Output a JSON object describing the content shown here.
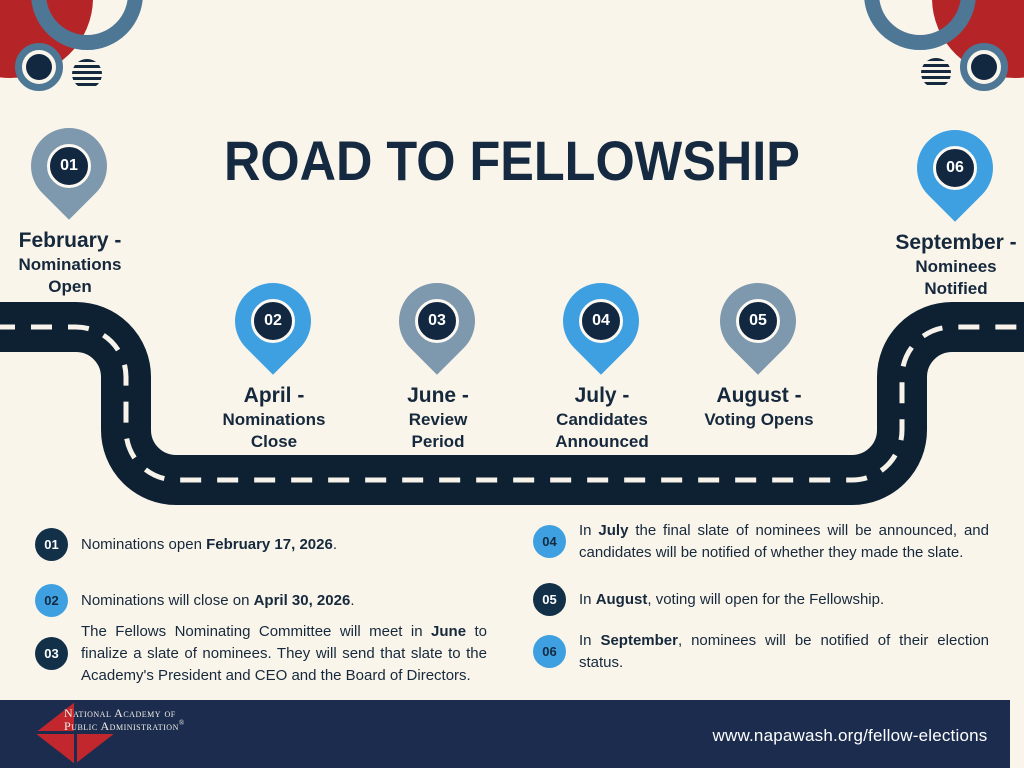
{
  "title": "ROAD TO FELLOWSHIP",
  "colors": {
    "background": "#FAF5EB",
    "navy_dark": "#0E2132",
    "navy_text": "#16293C",
    "pin_navy": "#122840",
    "steel_blue": "#7E98AD",
    "bright_blue": "#3FA0E1",
    "red": "#B52528",
    "footer_navy": "#1B2C4E"
  },
  "timeline": {
    "pins": [
      {
        "number": "01",
        "color": "steel",
        "month": "February -",
        "sub": "Nominations\nOpen"
      },
      {
        "number": "02",
        "color": "blue",
        "month": "April -",
        "sub": "Nominations\nClose"
      },
      {
        "number": "03",
        "color": "steel",
        "month": "June -",
        "sub": "Review\nPeriod"
      },
      {
        "number": "04",
        "color": "blue",
        "month": "July -",
        "sub": "Candidates\nAnnounced"
      },
      {
        "number": "05",
        "color": "steel",
        "month": "August -",
        "sub": "Voting Opens"
      },
      {
        "number": "06",
        "color": "blue",
        "month": "September -",
        "sub": "Nominees\nNotified"
      }
    ]
  },
  "details": [
    {
      "number": "01",
      "badge": "navy",
      "parts": [
        {
          "t": "Nominations open "
        },
        {
          "t": "February 17, 2026",
          "b": true
        },
        {
          "t": "."
        }
      ]
    },
    {
      "number": "02",
      "badge": "blue",
      "parts": [
        {
          "t": "Nominations will close on "
        },
        {
          "t": "April 30, 2026",
          "b": true
        },
        {
          "t": "."
        }
      ]
    },
    {
      "number": "03",
      "badge": "navy",
      "parts": [
        {
          "t": "The Fellows Nominating Committee will meet in "
        },
        {
          "t": "June",
          "b": true
        },
        {
          "t": " to finalize a slate of nominees. They will send that slate to the Academy's President and CEO and the Board of Directors."
        }
      ]
    },
    {
      "number": "04",
      "badge": "blue",
      "parts": [
        {
          "t": "In "
        },
        {
          "t": "July",
          "b": true
        },
        {
          "t": " the final slate of nominees will be announced, and candidates will be notified of whether they made the slate."
        }
      ]
    },
    {
      "number": "05",
      "badge": "navy",
      "parts": [
        {
          "t": "In "
        },
        {
          "t": "August",
          "b": true
        },
        {
          "t": ", voting will open for the Fellowship."
        }
      ]
    },
    {
      "number": "06",
      "badge": "blue",
      "parts": [
        {
          "t": "In "
        },
        {
          "t": "September",
          "b": true
        },
        {
          "t": ", nominees will be notified of their election status."
        }
      ]
    }
  ],
  "footer": {
    "org_line1": "National Academy of",
    "org_line2": "Public Administration",
    "registered": "®",
    "url": "www.napawash.org/fellow-elections"
  }
}
